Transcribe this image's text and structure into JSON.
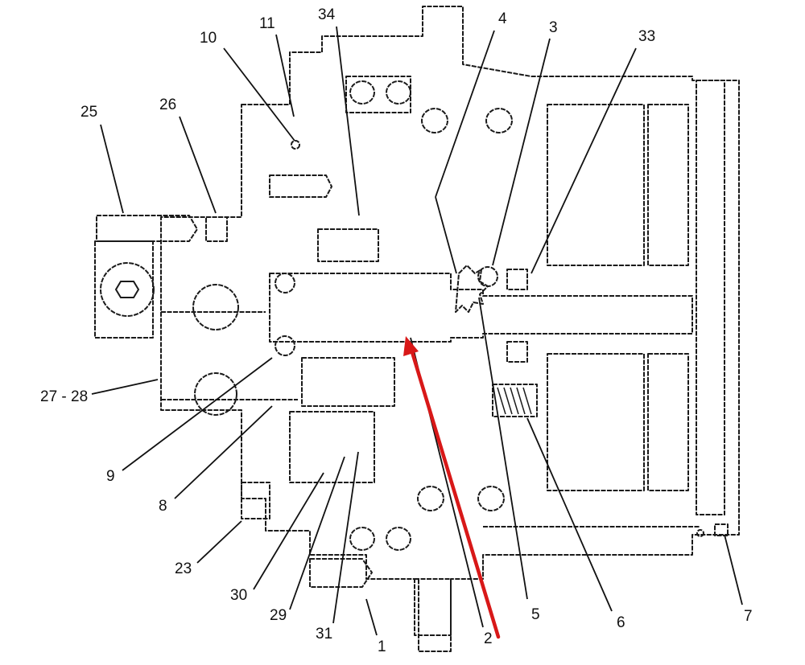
{
  "diagram": {
    "title": "Final drive cross-section (exploded callouts)",
    "colors": {
      "linework": "#1a1a1a",
      "highlight_arrow": "#d81818",
      "background": "#ffffff"
    },
    "callouts": [
      {
        "id": "c25",
        "label": "25"
      },
      {
        "id": "c26",
        "label": "26"
      },
      {
        "id": "c10",
        "label": "10"
      },
      {
        "id": "c11",
        "label": "11"
      },
      {
        "id": "c34",
        "label": "34"
      },
      {
        "id": "c4",
        "label": "4"
      },
      {
        "id": "c3",
        "label": "3"
      },
      {
        "id": "c33",
        "label": "33"
      },
      {
        "id": "c27-28",
        "label": "27 - 28"
      },
      {
        "id": "c9",
        "label": "9"
      },
      {
        "id": "c8",
        "label": "8"
      },
      {
        "id": "c23",
        "label": "23"
      },
      {
        "id": "c30",
        "label": "30"
      },
      {
        "id": "c29",
        "label": "29"
      },
      {
        "id": "c31",
        "label": "31"
      },
      {
        "id": "c1",
        "label": "1"
      },
      {
        "id": "c2",
        "label": "2"
      },
      {
        "id": "c5",
        "label": "5"
      },
      {
        "id": "c6",
        "label": "6"
      },
      {
        "id": "c7",
        "label": "7"
      }
    ],
    "highlight": {
      "points_to": "2",
      "description": "red arrow indicating main shaft"
    }
  }
}
